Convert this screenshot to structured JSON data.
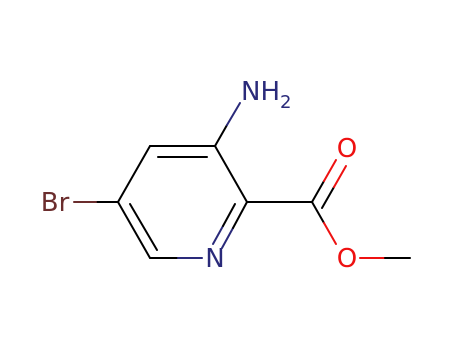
{
  "molecule": {
    "atoms": {
      "amine": {
        "label": "NH",
        "subscript": "2",
        "color": "#2a2a7a"
      },
      "carbonyl_o": {
        "label": "O",
        "color": "#ee1111"
      },
      "ester_o": {
        "label": "O",
        "color": "#ee1111"
      },
      "bromine": {
        "label": "Br",
        "color": "#6b2d2d"
      },
      "ring_n": {
        "label": "N",
        "color": "#2a2a7a"
      }
    },
    "bond_color": "#000000"
  }
}
